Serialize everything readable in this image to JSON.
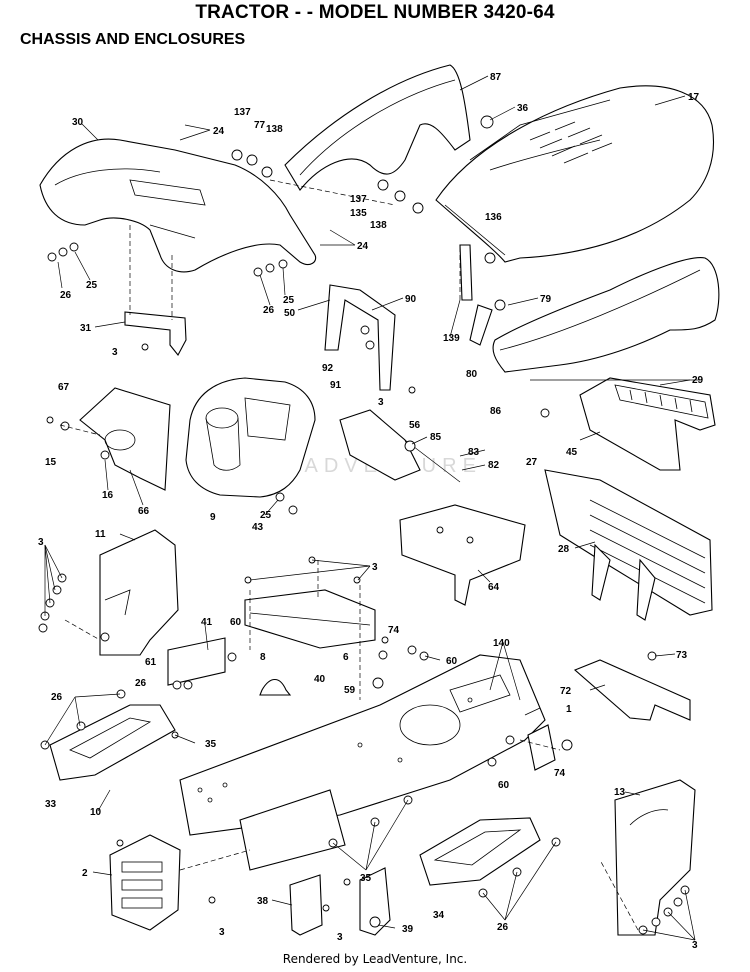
{
  "header": {
    "title": "TRACTOR - - MODEL NUMBER 3420-64",
    "subtitle": "CHASSIS AND ENCLOSURES"
  },
  "footer": {
    "text": "Rendered by LeadVenture, Inc."
  },
  "watermark": {
    "text": "LEADVENTURE"
  },
  "parts": {
    "p87": "87",
    "p36": "36",
    "p17": "17",
    "p30": "30",
    "p24a": "24",
    "p137a": "137",
    "p77": "77",
    "p138a": "138",
    "p137b": "137",
    "p135": "135",
    "p138b": "138",
    "p136": "136",
    "p24b": "24",
    "p26a": "26",
    "p25a": "25",
    "p26b": "26",
    "p25b": "25",
    "p50": "50",
    "p90": "90",
    "p79": "79",
    "p31": "31",
    "p3a": "3",
    "p139": "139",
    "p92": "92",
    "p91": "91",
    "p80": "80",
    "p3b": "3",
    "p86": "86",
    "p29": "29",
    "p67": "67",
    "p56": "56",
    "p85": "85",
    "p83": "83",
    "p82": "82",
    "p27": "27",
    "p45": "45",
    "p15": "15",
    "p16": "16",
    "p66": "66",
    "p9": "9",
    "p25c": "25",
    "p43": "43",
    "p11": "11",
    "p3c": "3",
    "p64": "64",
    "p28": "28",
    "p3d": "3",
    "p41": "41",
    "p60a": "60",
    "p74a": "74",
    "p140": "140",
    "p61": "61",
    "p8": "8",
    "p6": "6",
    "p60b": "60",
    "p73": "73",
    "p26c": "26",
    "p40": "40",
    "p72": "72",
    "p59": "59",
    "p1": "1",
    "p26d": "26",
    "p35a": "35",
    "p74b": "74",
    "p60c": "60",
    "p33": "33",
    "p10": "10",
    "p13": "13",
    "p2": "2",
    "p35b": "35",
    "p38": "38",
    "p34": "34",
    "p3e": "3",
    "p39": "39",
    "p26e": "26",
    "p3f": "3",
    "p3g": "3"
  }
}
